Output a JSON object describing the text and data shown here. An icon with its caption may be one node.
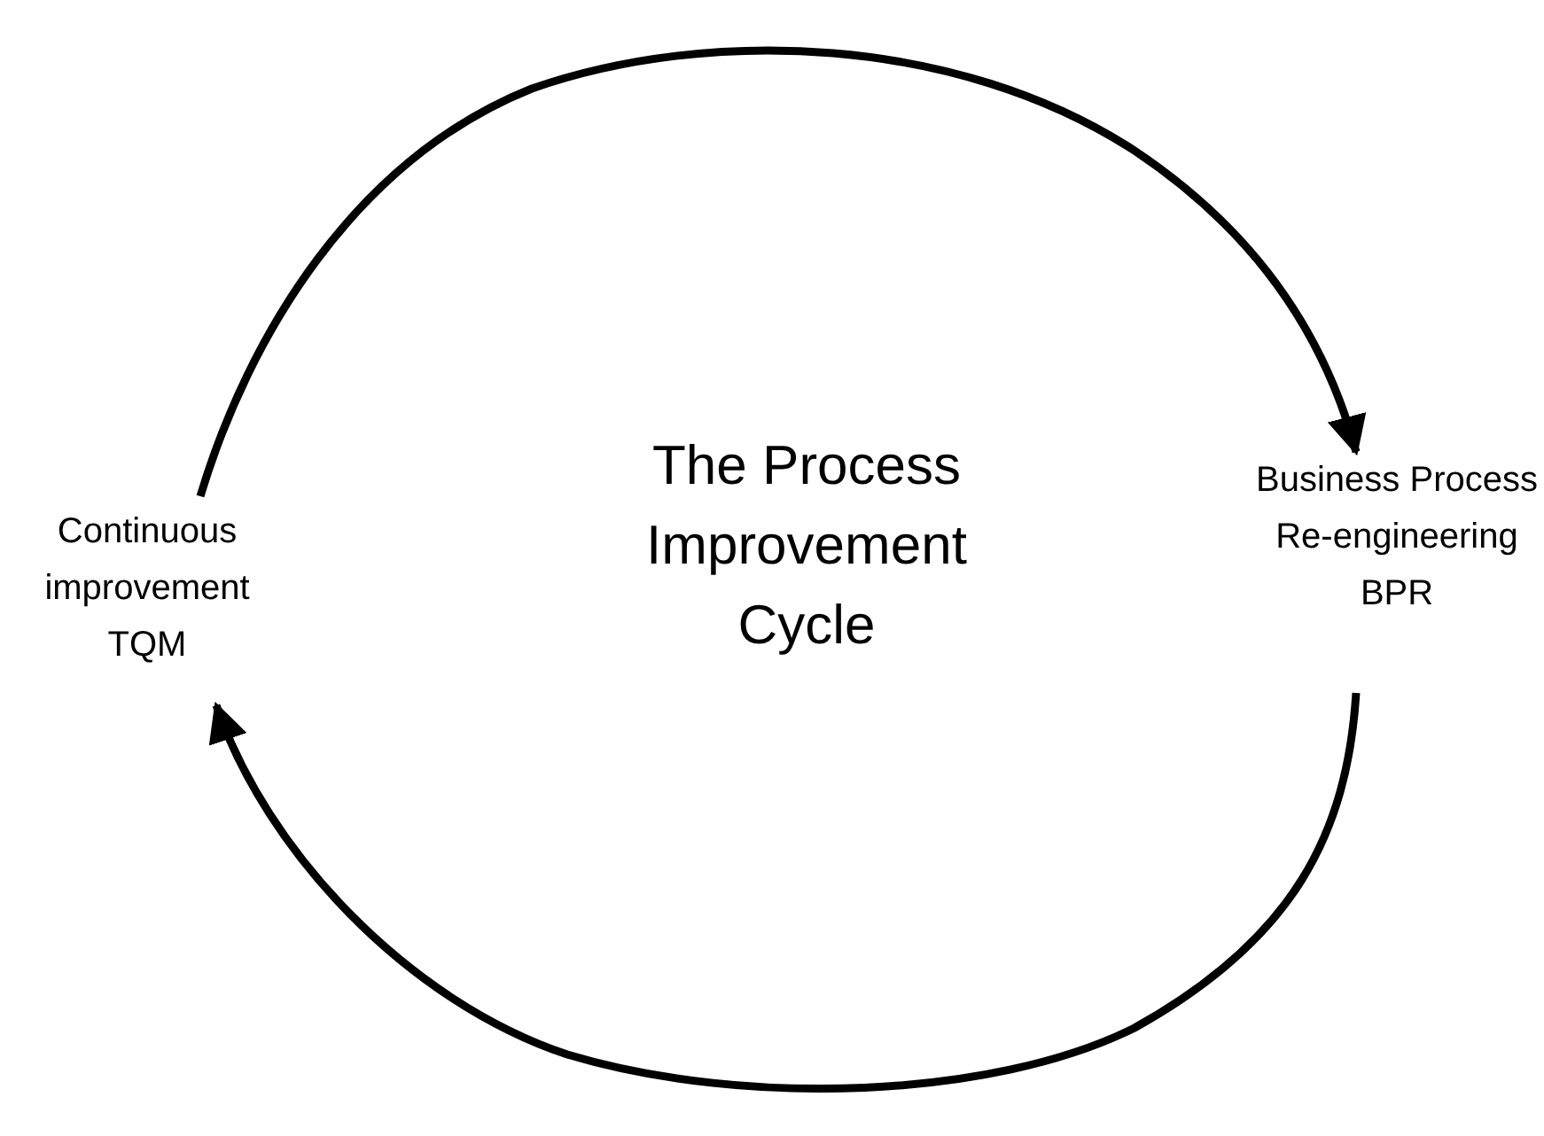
{
  "diagram": {
    "title": "The Process Improvement Cycle",
    "nodes": [
      {
        "text": [
          "Continuous improvement TQM"
        ]
      },
      {
        "text": [
          "Business Process Re-engineering BPR"
        ]
      }
    ],
    "edges": [
      {
        "from": 0,
        "to": 1,
        "arrow": "to"
      },
      {
        "from": 1,
        "to": 0,
        "arrow": "to"
      }
    ]
  }
}
